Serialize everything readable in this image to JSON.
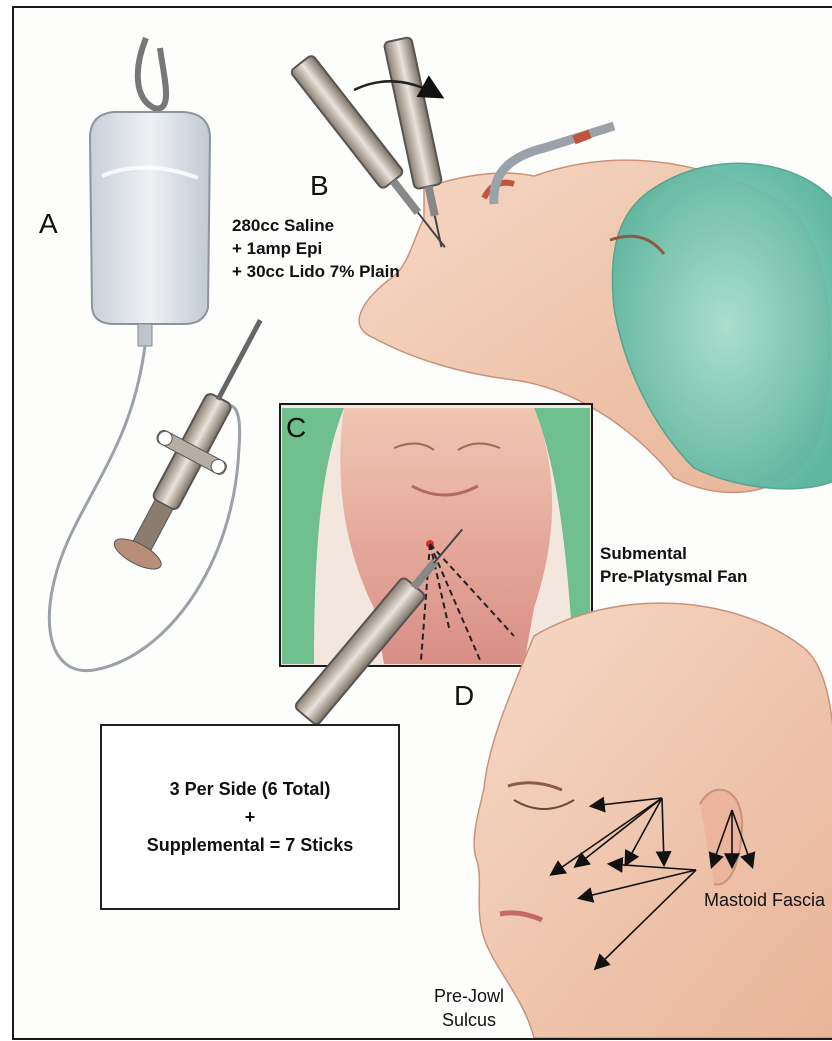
{
  "labels": {
    "a": "A",
    "b": "B",
    "c": "C",
    "d": "D"
  },
  "solution": {
    "line1": "280cc Saline",
    "line2": "+ 1amp Epi",
    "line3": "+ 30cc Lido 7% Plain"
  },
  "fan": {
    "line1": "Submental",
    "line2": "Pre-Platysmal Fan"
  },
  "summary": {
    "line1": "3 Per Side (6 Total)",
    "line2": "+",
    "line3": "Supplemental = 7 Sticks"
  },
  "mastoid": "Mastoid Fascia",
  "jowl": {
    "line1": "Pre-Jowl",
    "line2": "Sulcus"
  },
  "colors": {
    "skin": "#f2cdb4",
    "skin_shadow": "#e3a98e",
    "cap": "#7fc9b4",
    "bag": "#d9dee3",
    "frame": "#1a1a1a"
  }
}
